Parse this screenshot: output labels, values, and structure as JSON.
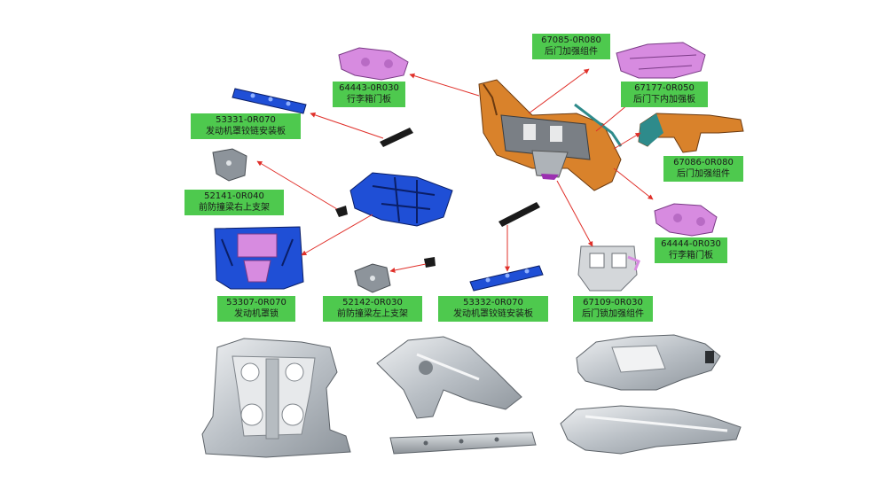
{
  "labels": [
    {
      "id": "l1",
      "code": "67085-0R080",
      "name": "后门加强组件"
    },
    {
      "id": "l2",
      "code": "64443-0R030",
      "name": "行李箱门板"
    },
    {
      "id": "l3",
      "code": "67177-0R050",
      "name": "后门下内加强板"
    },
    {
      "id": "l4",
      "code": "53331-0R070",
      "name": "发动机罩铰链安装板"
    },
    {
      "id": "l5",
      "code": "67086-0R080",
      "name": "后门加强组件"
    },
    {
      "id": "l6",
      "code": "52141-0R040",
      "name": "前防撞梁右上支架"
    },
    {
      "id": "l7",
      "code": "64444-0R030",
      "name": "行李箱门板"
    },
    {
      "id": "l8",
      "code": "53307-0R070",
      "name": "发动机罩锁"
    },
    {
      "id": "l9",
      "code": "52142-0R030",
      "name": "前防撞梁左上支架"
    },
    {
      "id": "l10",
      "code": "53332-0R070",
      "name": "发动机罩铰链安装板"
    },
    {
      "id": "l11",
      "code": "67109-0R030",
      "name": "后门锁加强组件"
    }
  ],
  "colors": {
    "label_bg": "#4ec94e",
    "arrow": "#e0302a",
    "orange_part": "#d9822b",
    "blue_part": "#1f4fd6",
    "pink_part": "#d78be0",
    "teal_part": "#2e8b8b",
    "metal": "#c9ced3"
  }
}
